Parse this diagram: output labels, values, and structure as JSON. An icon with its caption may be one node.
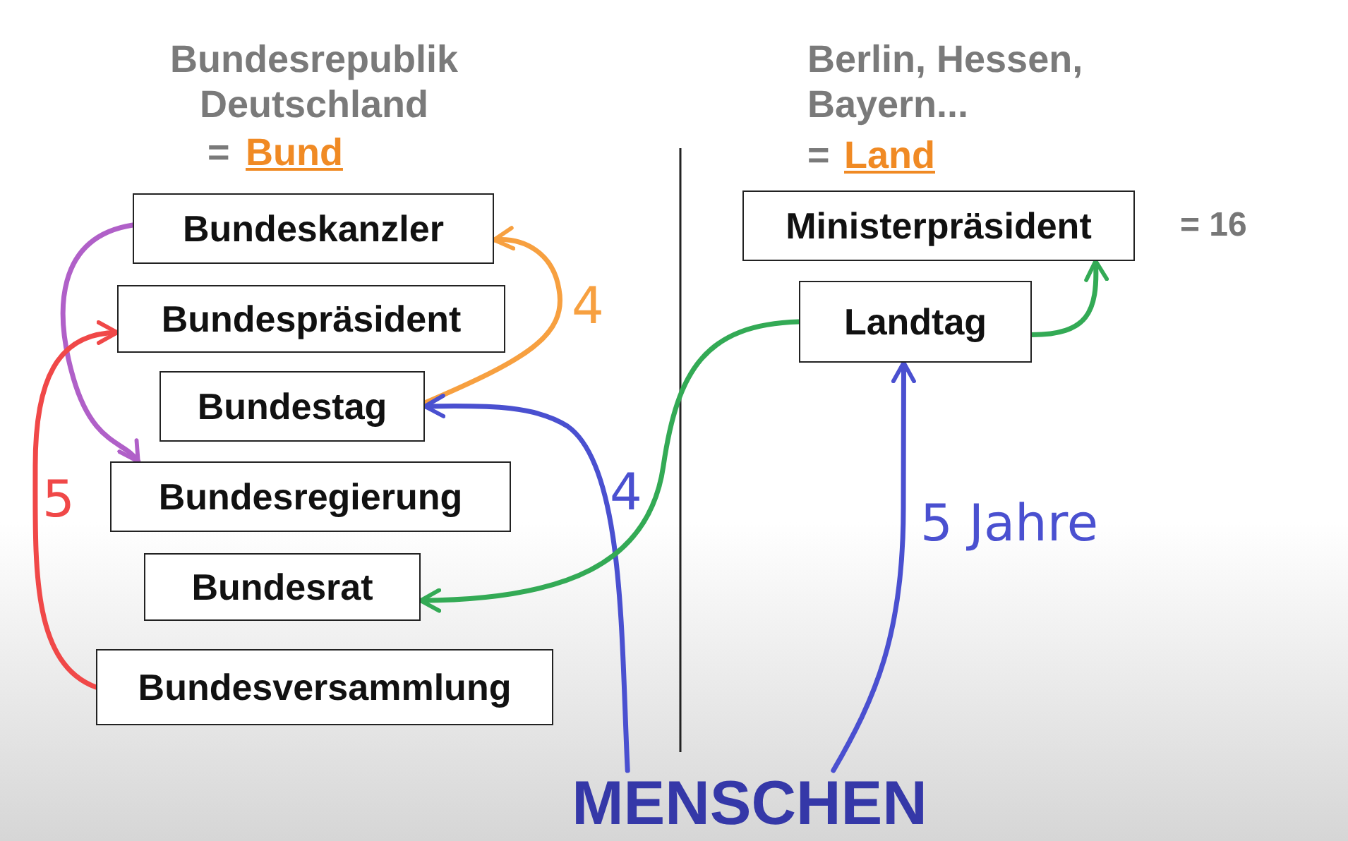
{
  "diagram": {
    "nodes": [
      {
        "text": [
          "Bundeskanzler"
        ]
      },
      {
        "text": [
          "Bundespräsident"
        ]
      },
      {
        "text": [
          "Bundestag"
        ]
      },
      {
        "text": [
          "Bundesregierung"
        ]
      },
      {
        "text": [
          "Bundesrat"
        ]
      },
      {
        "text": [
          "Bundesversammlung"
        ]
      },
      {
        "text": [
          "Ministerpräsident"
        ],
        "beside": [
          "= 16"
        ]
      },
      {
        "text": [
          "Landtag"
        ]
      },
      {
        "text": [
          "MENSCHEN"
        ]
      }
    ],
    "edges": [
      {
        "from": 0,
        "to": 3,
        "arrow": "to",
        "color": "#b060c8"
      },
      {
        "from": 2,
        "to": 0,
        "arrow": "to",
        "label": "4",
        "color": "#f7a040"
      },
      {
        "from": 5,
        "to": 1,
        "arrow": "to",
        "label": "5",
        "color": "#f04848"
      },
      {
        "from": 8,
        "to": 2,
        "arrow": "to",
        "label": "4",
        "color": "#4a50d0"
      },
      {
        "from": 7,
        "to": 4,
        "arrow": "to",
        "color": "#33aa55"
      },
      {
        "from": 7,
        "to": 6,
        "arrow": "to",
        "color": "#33aa55"
      },
      {
        "from": 8,
        "to": 7,
        "arrow": "to",
        "label": "5 Jahre",
        "color": "#4a50d0"
      }
    ],
    "labels": [
      "Bundesrepublik Deutschland",
      "=",
      "Bund",
      "Berlin, Hessen, Bayern...",
      "=",
      "Land"
    ]
  }
}
